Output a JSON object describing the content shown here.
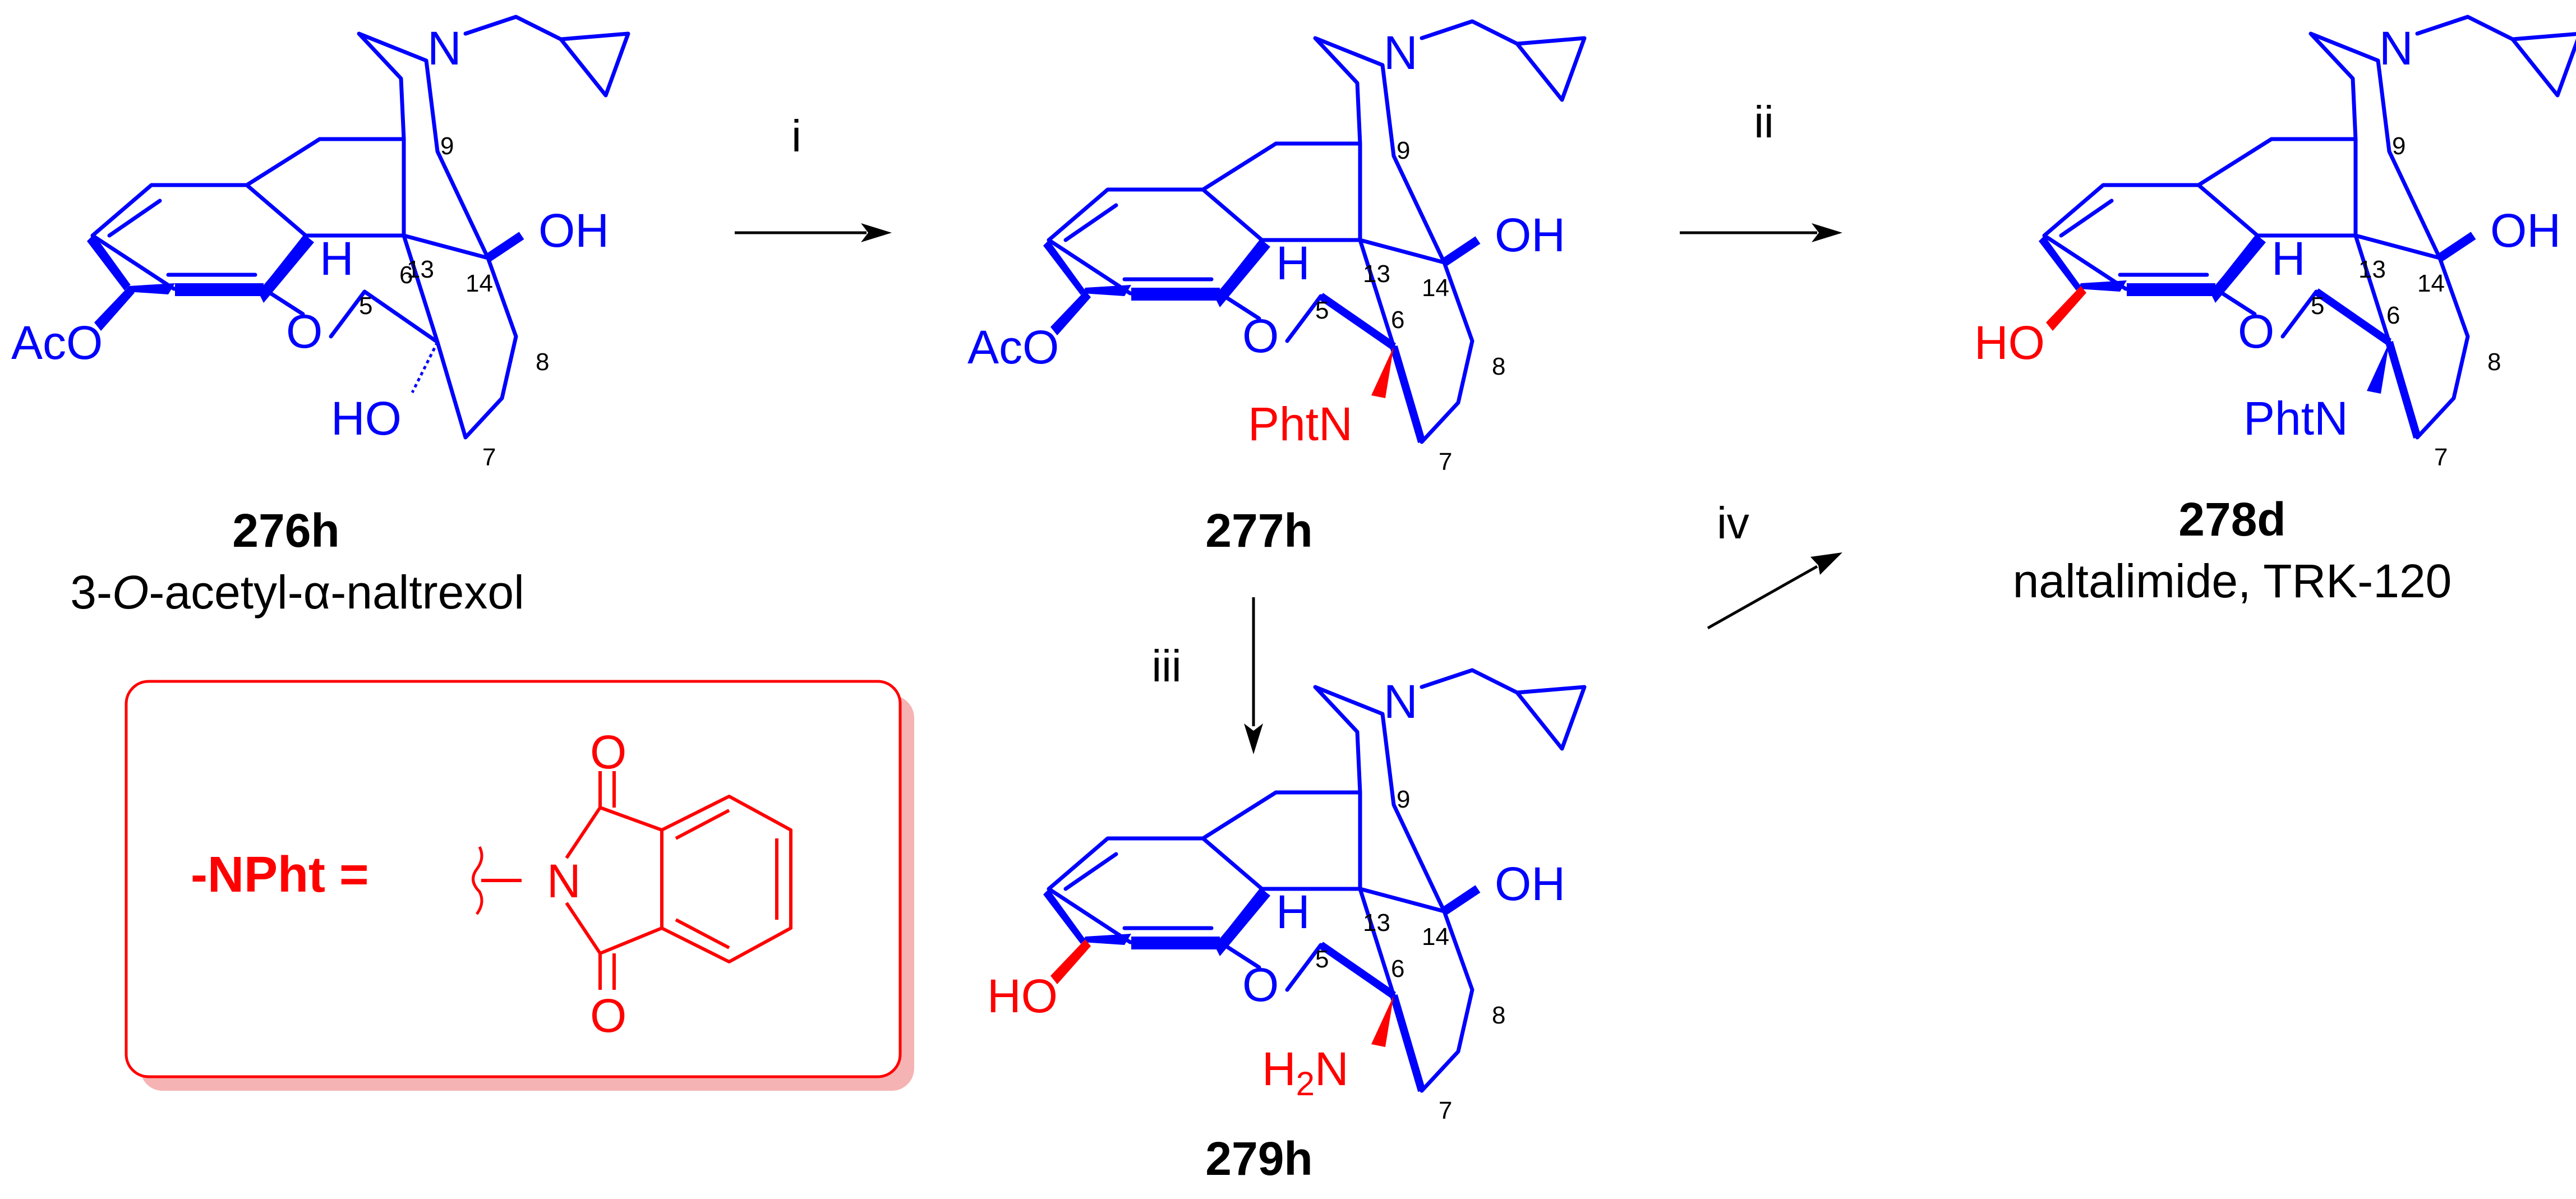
{
  "colors": {
    "skeleton": "#0000ff",
    "highlight": "#ff0000",
    "box_shadow": "#f6b3b3",
    "text": "#000000",
    "background": "#ffffff"
  },
  "compounds": [
    {
      "id": "276h",
      "name_parts": [
        "3-",
        "O",
        "-acetyl-α-naltrexol"
      ],
      "substituent_3": "AcO",
      "substituent_6": "HO"
    },
    {
      "id": "277h",
      "substituent_3": "AcO",
      "substituent_6": "PhtN"
    },
    {
      "id": "278d",
      "name": "naltalimide, TRK-120",
      "substituent_3": "HO",
      "substituent_6": "PhtN"
    },
    {
      "id": "279h",
      "substituent_3": "HO",
      "substituent_6_main": "H",
      "substituent_6_sub": "2",
      "substituent_6_end": "N"
    }
  ],
  "atoms": {
    "N": "N",
    "OH": "OH",
    "O": "O",
    "H": "H"
  },
  "positions": {
    "p5": "5",
    "p6": "6",
    "p7": "7",
    "p8": "8",
    "p9": "9",
    "p13": "13",
    "p14": "14"
  },
  "reagents": [
    "i",
    "ii",
    "iii",
    "iv"
  ],
  "legend": {
    "label": "-NPht =",
    "atom_n": "N",
    "atom_o": "O"
  }
}
